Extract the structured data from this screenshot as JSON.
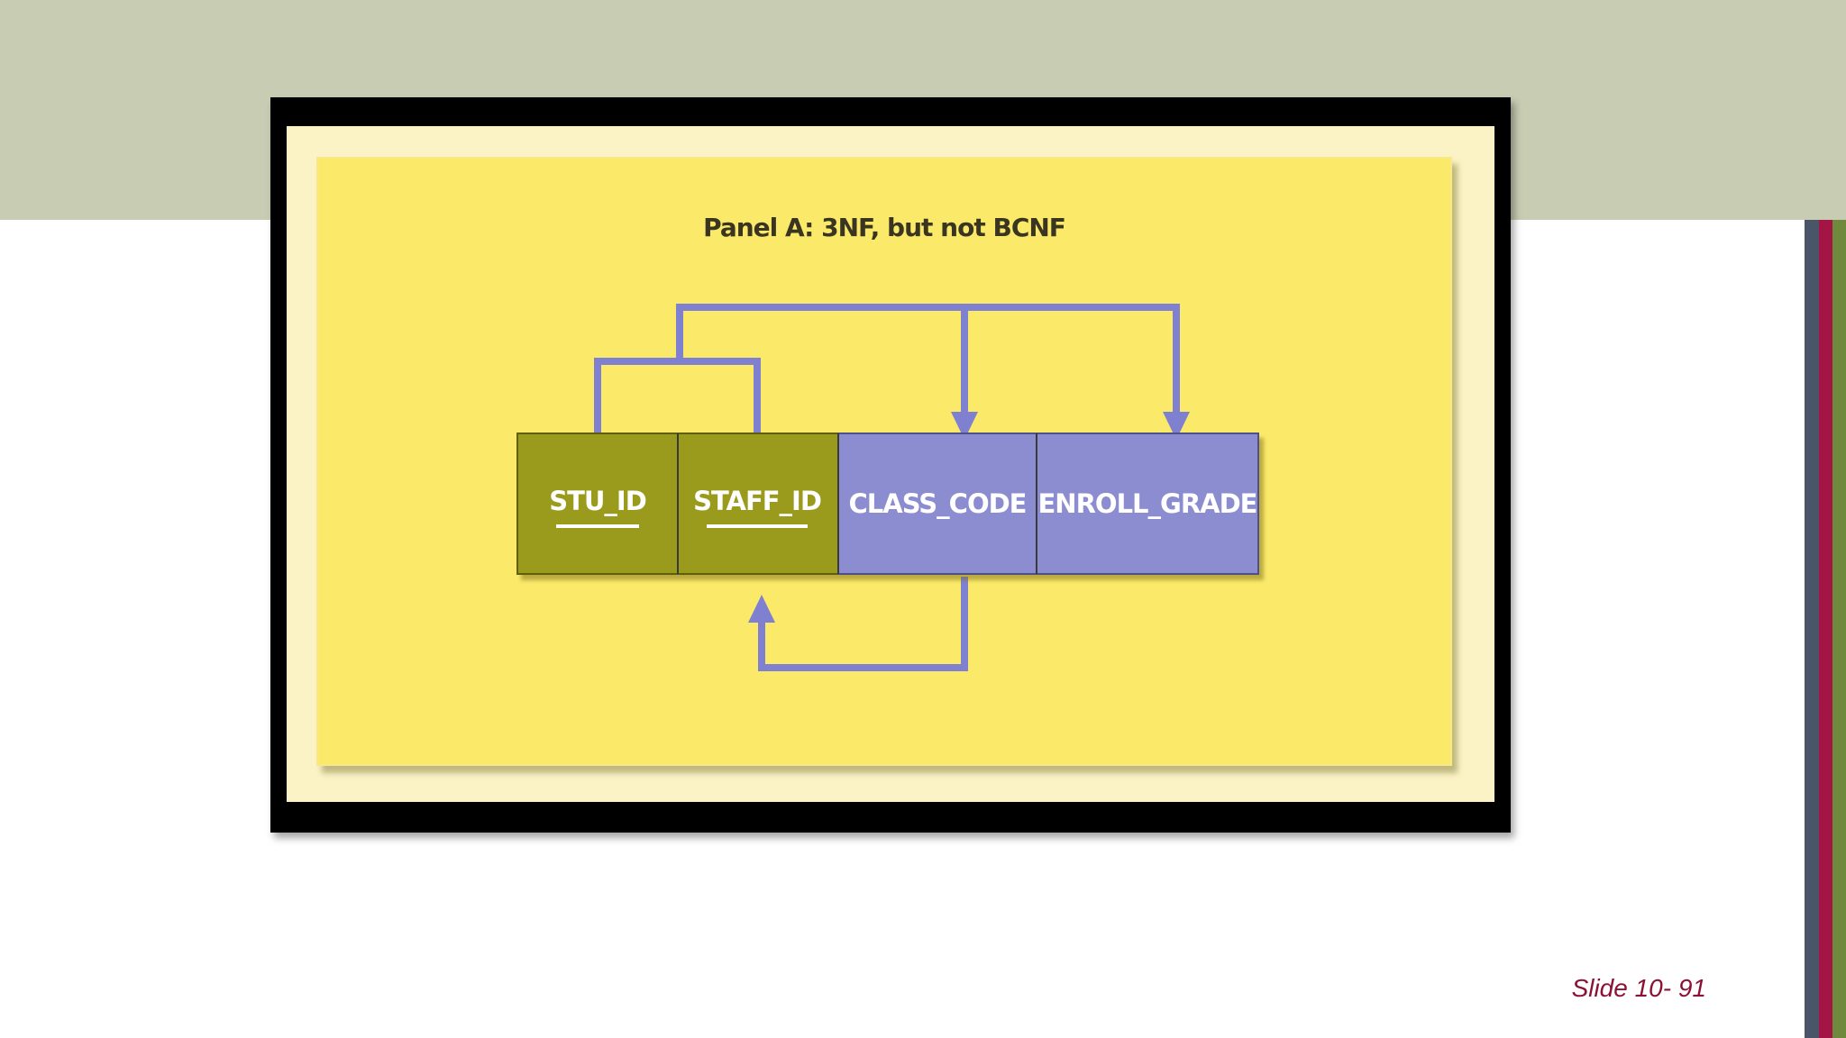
{
  "slide": {
    "number_label": "Slide 10- 91"
  },
  "figure": {
    "panel_title": "Panel A: 3NF, but not BCNF",
    "attributes": [
      {
        "label": "STU_ID",
        "key": true,
        "color": "#9a9a1e"
      },
      {
        "label": "STAFF_ID",
        "key": true,
        "color": "#9a9a1e"
      },
      {
        "label": "CLASS_CODE",
        "key": false,
        "color": "#8c8cd0"
      },
      {
        "label": "ENROLL_GRADE",
        "key": false,
        "color": "#8c8cd0"
      }
    ],
    "dependencies": [
      {
        "from": [
          "STU_ID",
          "STAFF_ID"
        ],
        "to": [
          "CLASS_CODE",
          "ENROLL_GRADE"
        ]
      },
      {
        "from": [
          "CLASS_CODE"
        ],
        "to": [
          "STAFF_ID"
        ]
      }
    ],
    "colors": {
      "arrow": "#8080d0",
      "panel": "#fbe96a",
      "mat": "#fbf3c6",
      "frame": "#000000"
    }
  },
  "theme": {
    "top_band": "#c8ccb2",
    "stripes": [
      "#4a5568",
      "#a31545",
      "#6f8a3c"
    ],
    "slide_number_color": "#8b1236"
  }
}
